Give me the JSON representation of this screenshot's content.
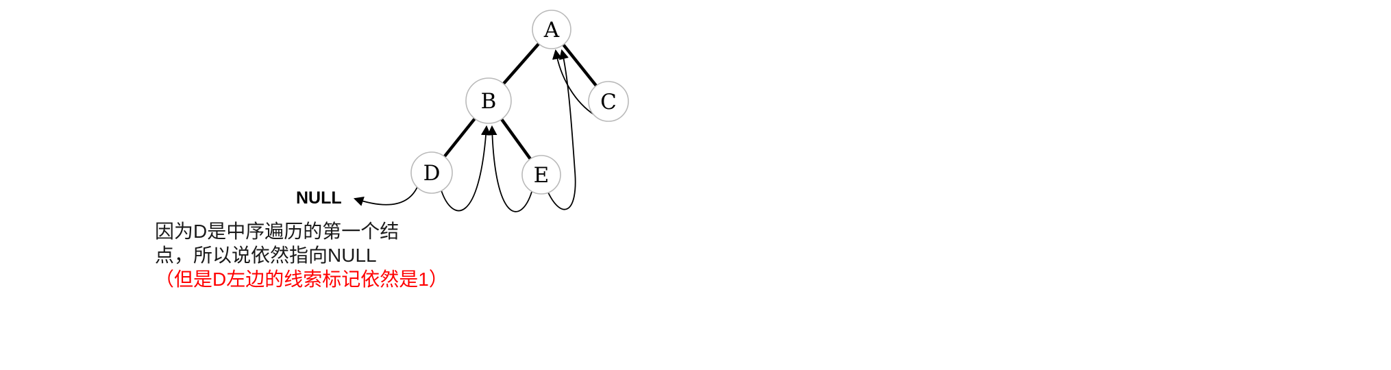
{
  "nodes": {
    "a": "A",
    "b": "B",
    "c": "C",
    "d": "D",
    "e": "E"
  },
  "labels": {
    "null": "NULL"
  },
  "caption": {
    "line1": "因为D是中序遍历的第一个结",
    "line2": "点，所以说依然指向NULL",
    "line3": "（但是D左边的线索标记依然是1）"
  },
  "colors": {
    "node_stroke": "#b9b9b9",
    "line": "#000000",
    "text": "#1a1a1a",
    "highlight": "#ff0000"
  }
}
